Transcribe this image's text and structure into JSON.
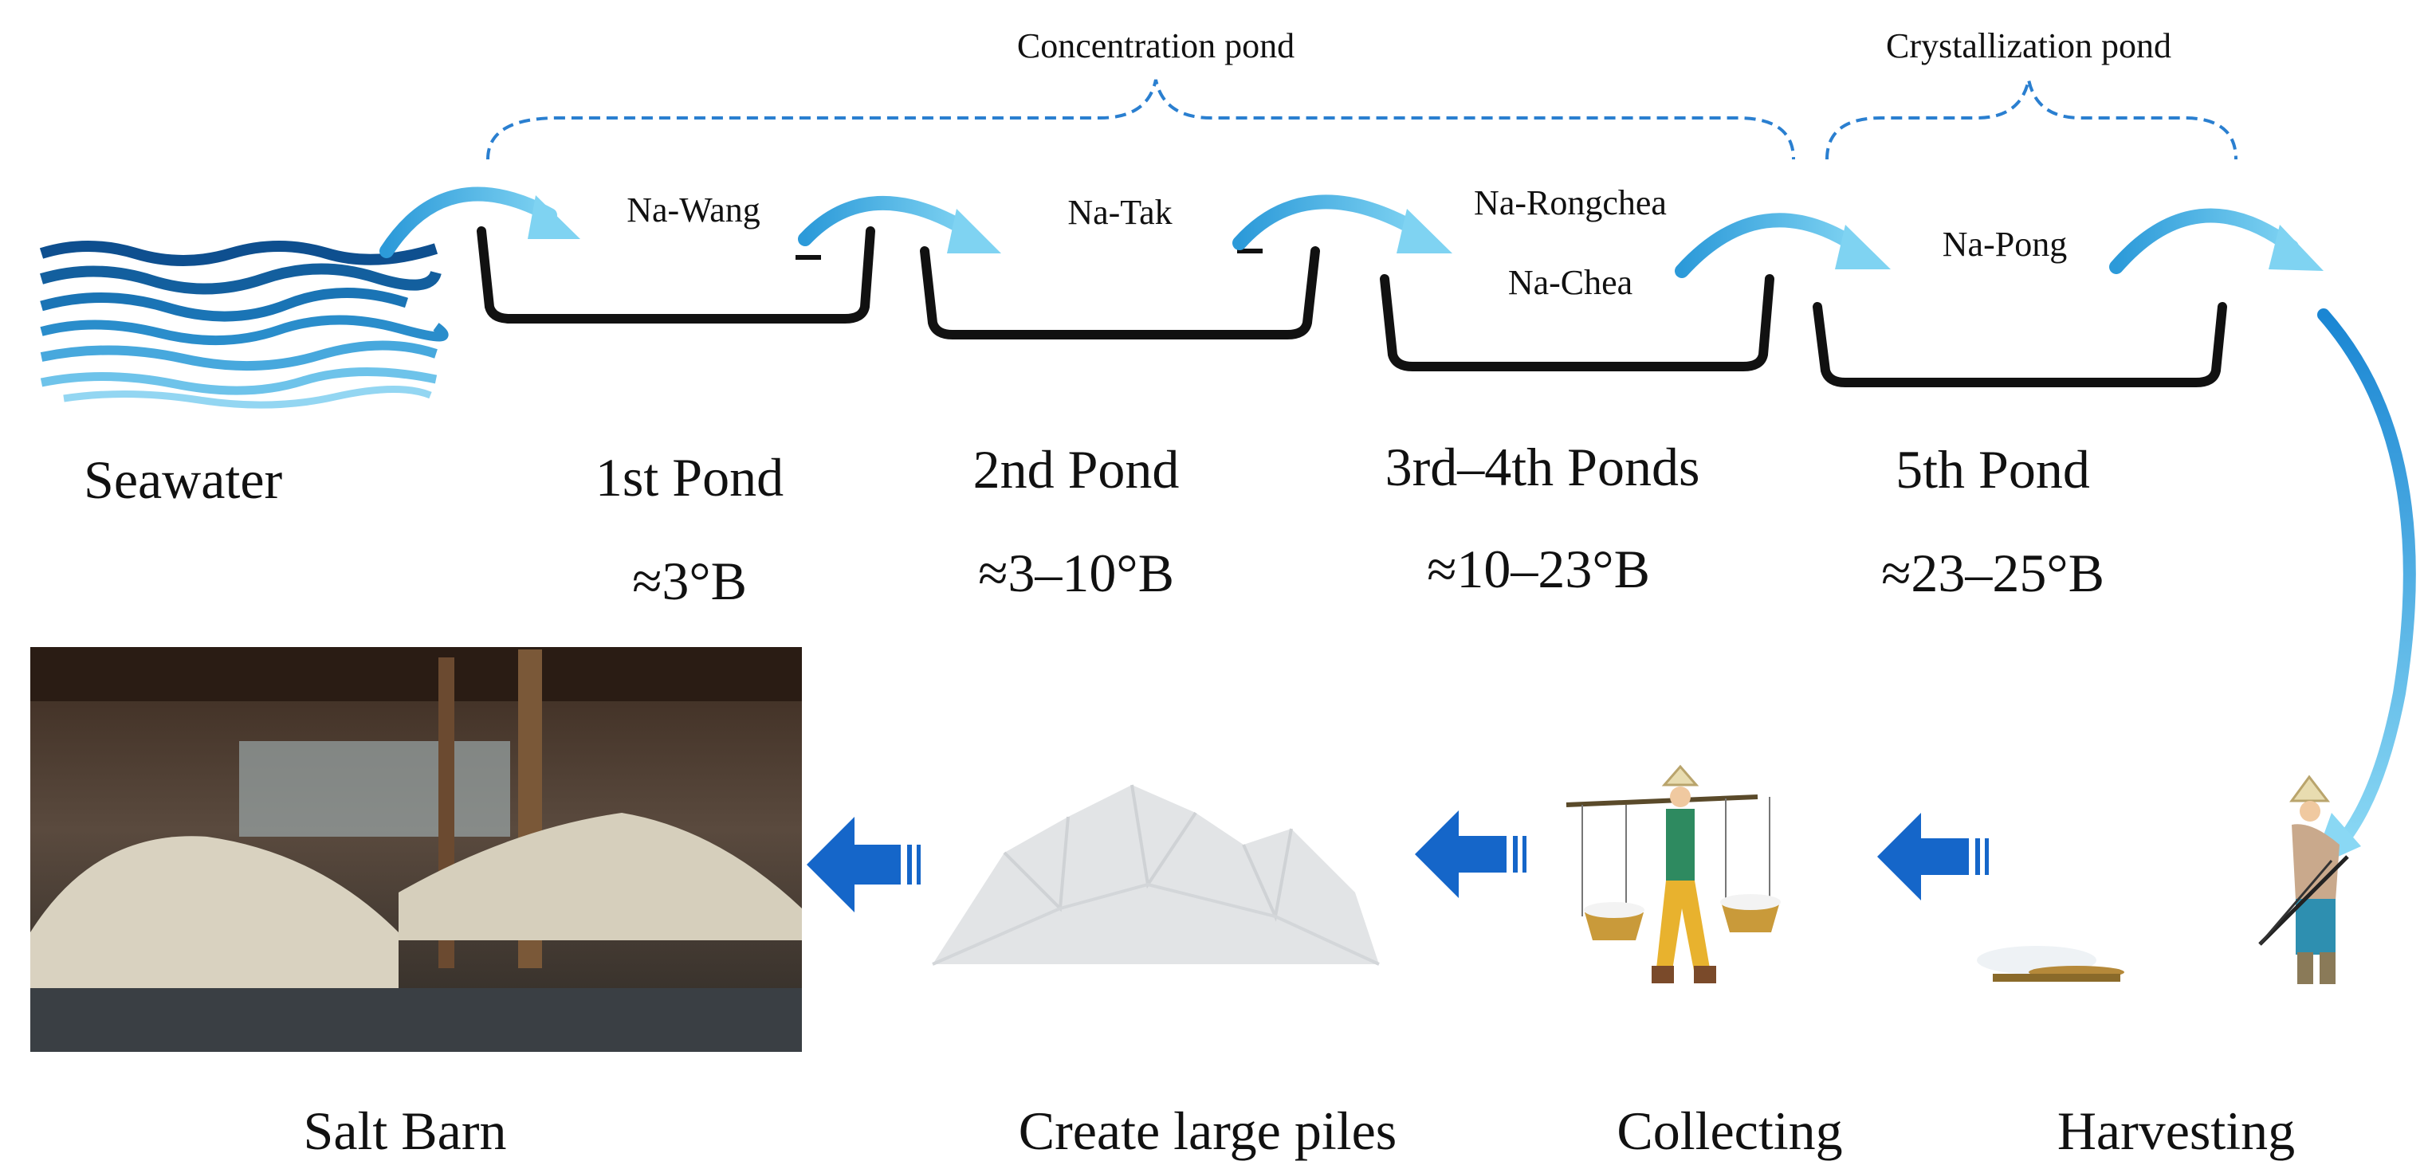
{
  "groups": {
    "concentration": "Concentration pond",
    "crystallization": "Crystallization pond"
  },
  "ponds": [
    {
      "local_name": "Na-Wang",
      "title": "1st Pond",
      "baume": "≈3°B"
    },
    {
      "local_name": "Na-Tak",
      "title": "2nd Pond",
      "baume": "≈3–10°B"
    },
    {
      "local_name": "Na-Rongchea",
      "local_name_2": "Na-Chea",
      "title": "3rd–4th Ponds",
      "baume": "≈10–23°B"
    },
    {
      "local_name": "Na-Pong",
      "title": "5th Pond",
      "baume": "≈23–25°B"
    }
  ],
  "source": {
    "label": "Seawater"
  },
  "steps": {
    "harvesting": "Harvesting",
    "collecting": "Collecting",
    "piles": "Create large piles",
    "barn": "Salt Barn"
  },
  "colors": {
    "bracket": "#2a7fd0",
    "arrow_light": "#6fc8ee",
    "arrow_dark": "#1b8ed6",
    "block_arrow": "#1566c9",
    "pond": "#111111"
  },
  "icons": [
    "seawater-waves-icon",
    "harvesting-farmer-icon",
    "collecting-farmer-icon",
    "salt-pile-icon",
    "salt-barn-photo"
  ]
}
